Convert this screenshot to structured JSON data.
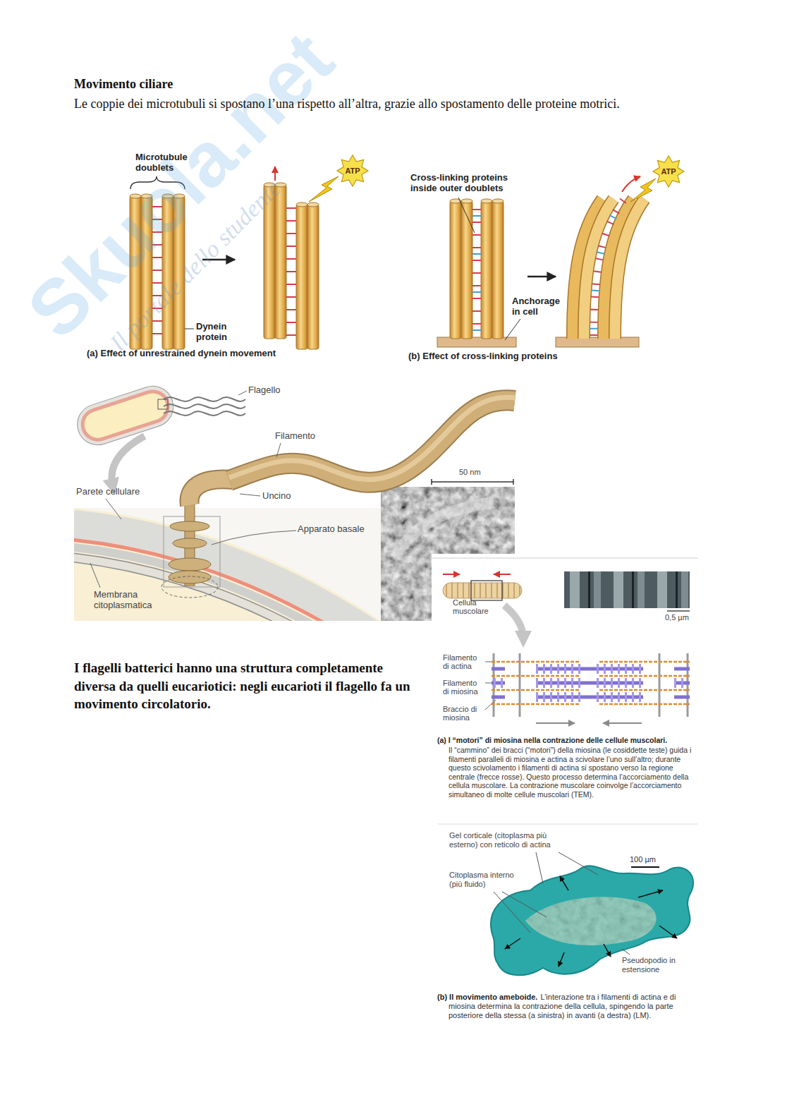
{
  "diagram": {
    "title": "Movimento ciliare",
    "labels": [
      "Le coppie dei microtubuli si spostano l’una rispetto all’altra, grazie allo spostamento delle proteine motrici.",
      "Microtubule doublets",
      "ATP",
      "Cross-linking proteins inside outer doublets",
      "ATP",
      "Dynein protein",
      "Anchorage in cell",
      "(a) Effect of unrestrained dynein movement",
      "(b) Effect of cross-linking proteins",
      "Flagello",
      "Filamento",
      "50 nm",
      "Parete cellulare",
      "Uncino",
      "Apparato basale",
      "Membrana citoplasmatica",
      "Cellula muscolare",
      "0,5 µm",
      "I flagelli batterici hanno una struttura completamente diversa da quelli eucariotici: negli eucarioti il flagello fa un movimento circolatorio.",
      "Filamento di actina",
      "Filamento di miosina",
      "Braccio di miosina",
      "(a) I “motori” di miosina nella contrazione delle cellule muscolari.",
      "Il “cammino” dei bracci (“motori”) della miosina (le cosiddette teste) guida i filamenti paralleli di miosina e actina a scivolare l’uno sull’altro; durante questo scivolamento i filamenti di actina si spostano verso la regione centrale (frecce rosse). Questo processo determina l’accorciamento della cellula muscolare. La contrazione muscolare coinvolge l’accorciamento simultaneo di molte cellule muscolari (TEM).",
      "Gel corticale (citoplasma più esterno) con reticolo di actina",
      "100 µm",
      "Citoplasma interno (più fluido)",
      "Pseudopodio in estensione",
      "(b) Il movimento ameboide.",
      "L’interazione tra i filamenti di actina e di miosina determina la contrazione della cellula, spingendo la parte posteriore della stessa (a sinistra) in avanti (a destra) (LM).",
      "Skuola.net",
      "Il portale dello studente"
    ]
  }
}
